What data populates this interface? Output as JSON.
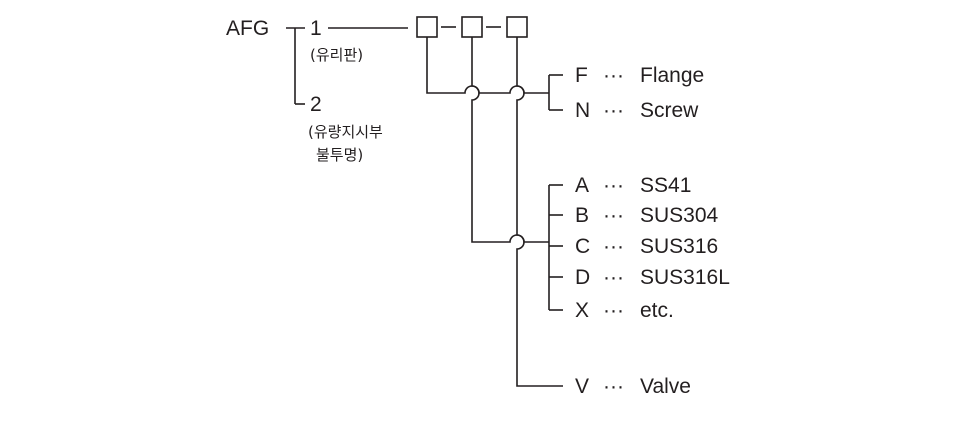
{
  "model": {
    "prefix": "AFG",
    "variants": [
      {
        "code": "1",
        "note_lines": [
          "(유리판)"
        ]
      },
      {
        "code": "2",
        "note_lines": [
          "(유량지시부",
          "불투명)"
        ]
      }
    ]
  },
  "separator": "···",
  "groups": {
    "connection": [
      {
        "code": "F",
        "meaning": "Flange"
      },
      {
        "code": "N",
        "meaning": "Screw"
      }
    ],
    "material": [
      {
        "code": "A",
        "meaning": "SS41"
      },
      {
        "code": "B",
        "meaning": "SUS304"
      },
      {
        "code": "C",
        "meaning": "SUS316"
      },
      {
        "code": "D",
        "meaning": "SUS316L"
      },
      {
        "code": "X",
        "meaning": "etc."
      }
    ],
    "accessory": [
      {
        "code": "V",
        "meaning": "Valve"
      }
    ]
  }
}
